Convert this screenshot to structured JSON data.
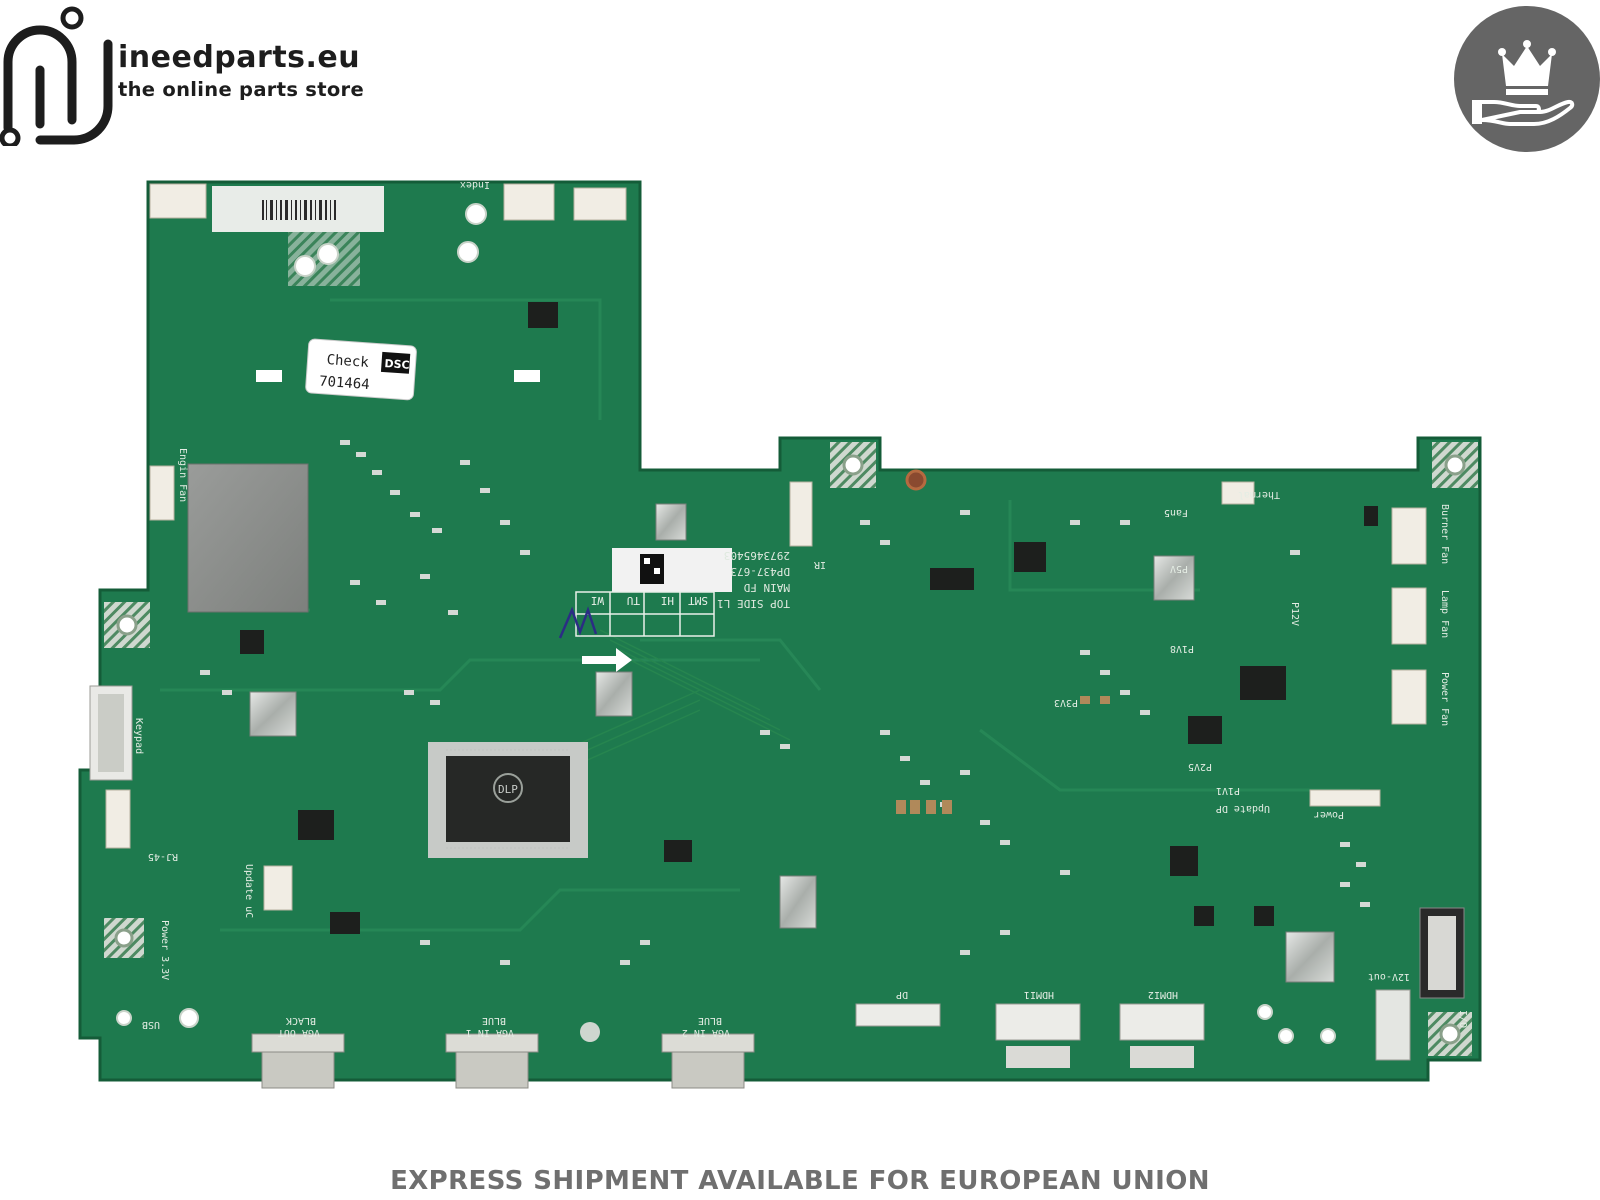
{
  "brand": {
    "name": "ineedparts.eu",
    "tagline": "the online parts store",
    "accent_color": "#1d1d1d",
    "badge_icon": "crown-in-hand-icon",
    "badge_color": "#656565"
  },
  "product": {
    "board_color": "#1e7a4e",
    "sticker_check": "Check",
    "sticker_number": "701464",
    "sticker_tag": "DSC",
    "silkscreen": {
      "dlp": "DLP",
      "top_side": "TOP SIDE L1",
      "main_fd": "MAIN FD",
      "part_number": "DP437-673",
      "serial": "2973465403",
      "smt_table": [
        "SMT",
        "HI",
        "TU",
        "WI"
      ],
      "vga_out": "VGA OUT",
      "black": "BLACK",
      "vga_in_1": "VGA IN 1",
      "vga_in_2": "VGA IN 2",
      "blue_1": "BLUE",
      "blue_2": "BLUE",
      "hdmi1": "HDMI1",
      "hdmi2": "HDMI2",
      "dp": "DP",
      "burner_fan": "Burner Fan",
      "lamp_fan": "Lamp Fan",
      "power_fan": "Power Fan",
      "engine_fan": "Engin Fan",
      "keypad": "Keypad",
      "rj45": "RJ-45",
      "usb": "USB",
      "thermal": "Thermal",
      "fan5": "Fan5",
      "update_dp": "Update DP",
      "update_uc": "Update uC",
      "power_3v3": "Power 3.3V",
      "p5v": "P5V",
      "p12v": "P12V",
      "p1v8": "P1V8",
      "p3v3": "P3V3",
      "p2v5": "P2V5",
      "p1v1": "P1V1",
      "index": "Index",
      "ir": "IR",
      "power": "Power",
      "io": "I/O",
      "twelve_v_out": "12V-out"
    }
  },
  "footer": {
    "text": "EXPRESS SHIPMENT AVAILABLE FOR EUROPEAN UNION",
    "color": "#6f6f6f"
  }
}
